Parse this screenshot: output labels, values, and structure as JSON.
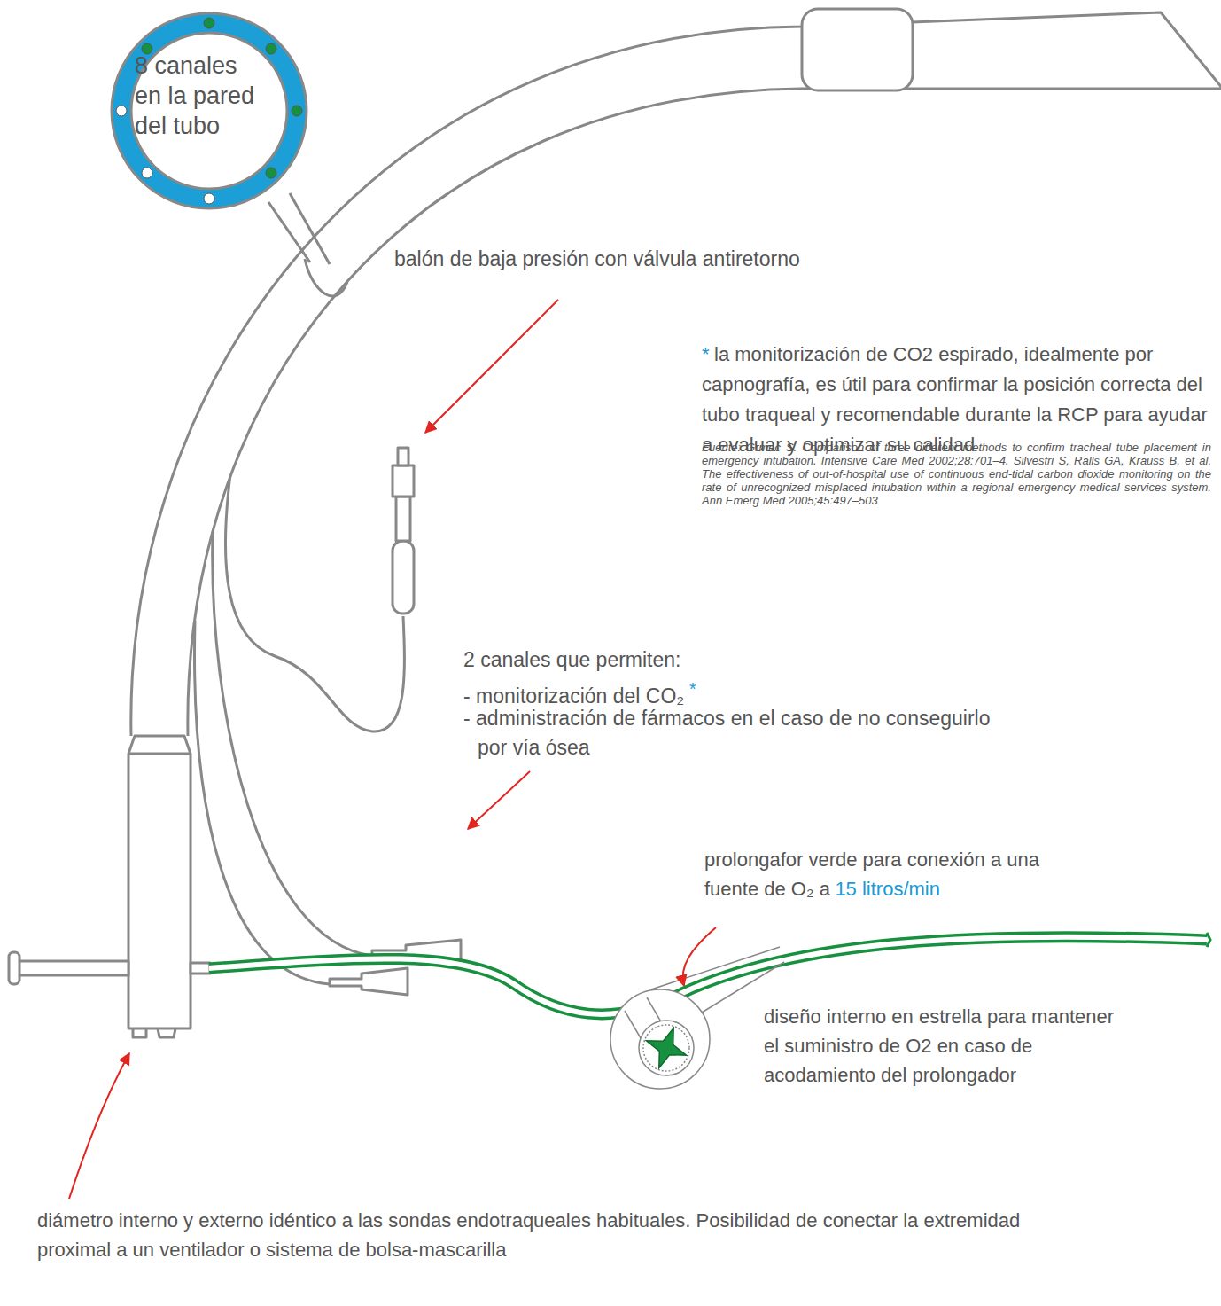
{
  "diagram": {
    "nodes": [
      {
        "text": [
          "8 canales en la pared del tubo"
        ]
      }
    ],
    "labels": [
      "balón de baja presión con válvula antiretorno",
      "*",
      "la monitorización de CO2 espirado, idealmente por capnografía, es útil para confirmar la posición correcta del tubo traqueal y recomendable durante la RCP para ayudar a evaluar y optimizar su calidad",
      "Fuente: Grmec S. Comparison of three different methods to confirm tracheal tube placement in emergency intubation. Intensive Care Med 2002;28:701–4. Silvestri S, Ralls GA, Krauss B, et al. The effectiveness of out-of-hospital use of continuous end-tidal carbon dioxide monitoring on the rate of unrecognized misplaced intubation within a regional emergency medical services system. Ann Emerg Med 2005;45:497–503",
      "2 canales que permiten:",
      "- monitorización del CO₂",
      "*",
      "- administración de fármacos en el caso de no conseguirlo por vía ósea",
      "prolongafor verde para conexión a una fuente de O₂ a",
      "15 litros/min",
      "diseño interno en estrella para mantener el suministro de O2 en caso de acodamiento del prolongador",
      "diámetro interno y externo idéntico a las sondas endotraqueales habituales. Posibilidad de conectar la extremidad proximal a un ventilador o sistema de bolsa-mascarilla"
    ]
  }
}
